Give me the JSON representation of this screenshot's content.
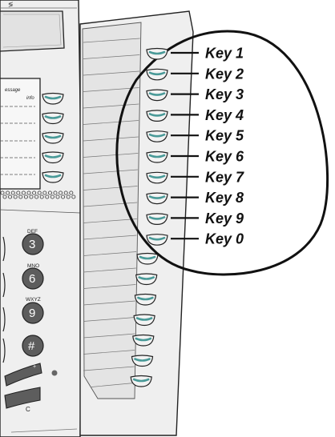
{
  "callout": {
    "keys": [
      "Key 1",
      "Key 2",
      "Key 3",
      "Key 4",
      "Key 5",
      "Key 6",
      "Key 7",
      "Key 8",
      "Key 9",
      "Key 0"
    ]
  },
  "display": {
    "message_label": "essage",
    "info_label": "info"
  },
  "keypad": {
    "keys": [
      {
        "letters": "DEF",
        "digit": "3"
      },
      {
        "letters": "MNO",
        "digit": "6"
      },
      {
        "letters": "WXYZ",
        "digit": "9"
      },
      {
        "letters": "",
        "digit": "#"
      }
    ],
    "clear_label": "C"
  },
  "colors": {
    "device_gray": "#efefef",
    "outline": "#222222",
    "key_body": "#f3f3f3",
    "key_accent": "#4a9a98",
    "digit_key_fill": "#5d5d5d"
  }
}
